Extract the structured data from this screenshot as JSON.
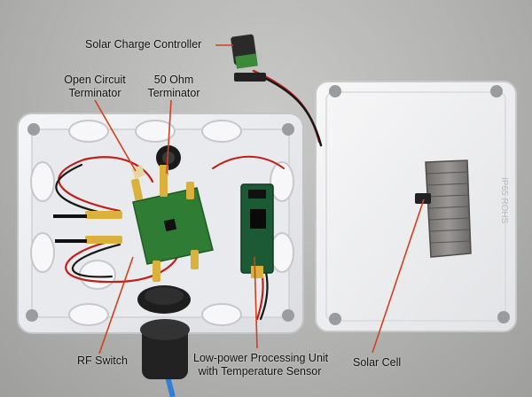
{
  "labels": {
    "solar_charge_controller": "Solar Charge Controller",
    "open_circuit_line1": "Open Circuit",
    "open_circuit_line2": "Terminator",
    "fifty_ohm_line1": "50 Ohm",
    "fifty_ohm_line2": "Terminator",
    "rf_switch": "RF Switch",
    "processing_line1": "Low-power Processing Unit",
    "processing_line2": "with Temperature Sensor",
    "solar_cell": "Solar Cell"
  },
  "colors": {
    "leader_line": "#d2401c",
    "enclosure": "#f1f2f4",
    "pcb": "#2f7d35",
    "processing_board": "#1c5a36",
    "solar_panel": "#7c7a78",
    "red_wire": "#c0201a",
    "black_wire": "#181818",
    "blue_cable": "#2f7fd8"
  }
}
